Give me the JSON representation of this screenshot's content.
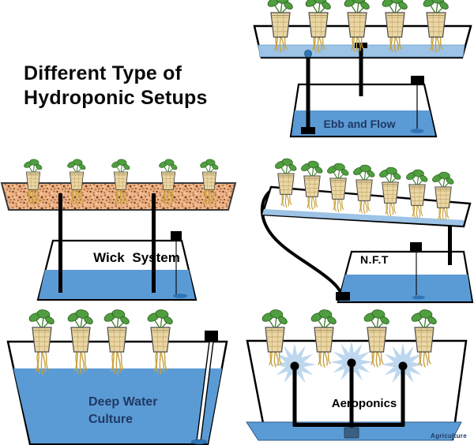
{
  "title": {
    "line1": "Different Type of",
    "line2": "Hydroponic Setups"
  },
  "systems": {
    "ebb_and_flow": {
      "label": "Ebb and Flow",
      "plants": 5
    },
    "wick": {
      "label": "Wick System",
      "plants": 5
    },
    "nft": {
      "label": "N.F.T",
      "plants": 7
    },
    "deep_water_culture": {
      "label_line1": "Deep Water",
      "label_line2": "Culture",
      "plants": 4
    },
    "aeroponics": {
      "label": "Aeroponics",
      "plants": 4,
      "mist_nozzles": 3
    }
  },
  "watermark": "Agriculture",
  "colors": {
    "water": "#5b9bd5",
    "water-light": "#9dc3e6",
    "mist": "#bdd7ee",
    "pot": "#ead7a4",
    "leaf": "#4f9e3f",
    "root": "#c8a23c",
    "medium-base": "#ecb488",
    "navy": "#1f3864",
    "pipe": "#000000"
  }
}
